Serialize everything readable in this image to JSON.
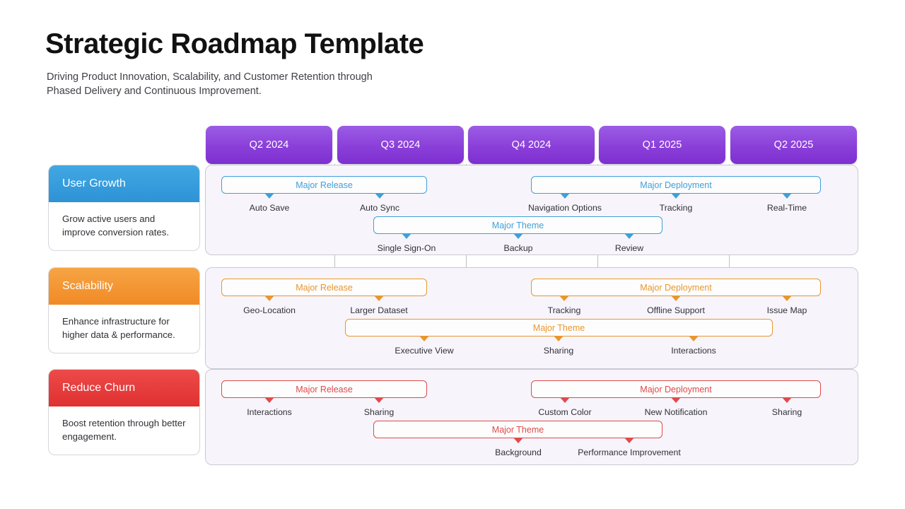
{
  "header": {
    "title": "Strategic Roadmap Template",
    "subtitle_line1": "Driving Product Innovation, Scalability, and Customer Retention through",
    "subtitle_line2": "Phased Delivery and Continuous Improvement."
  },
  "colors": {
    "quarter_chip": "#8b3fd9",
    "user_growth": "#2e92d6",
    "scalability": "#f08a26",
    "reduce_churn": "#e03131",
    "lane_background": "#f7f5fb"
  },
  "timeline": {
    "quarters": [
      {
        "label": "Q2 2024"
      },
      {
        "label": "Q3 2024"
      },
      {
        "label": "Q4 2024"
      },
      {
        "label": "Q1 2025"
      },
      {
        "label": "Q2 2025"
      }
    ]
  },
  "rows": [
    {
      "title": "User Growth",
      "description": "Grow active users and improve conversion rates.",
      "color": "blue",
      "bars": [
        {
          "label": "Major Release",
          "milestones": [
            "Auto Save",
            "Auto Sync"
          ]
        },
        {
          "label": "Major Deployment",
          "milestones": [
            "Navigation Options",
            "Tracking",
            "Real-Time"
          ]
        },
        {
          "label": "Major Theme",
          "milestones": [
            "Single Sign-On",
            "Backup",
            "Review"
          ]
        }
      ]
    },
    {
      "title": "Scalability",
      "description": "Enhance infrastructure for higher data & performance.",
      "color": "orange",
      "bars": [
        {
          "label": "Major Release",
          "milestones": [
            "Geo-Location",
            "Larger Dataset"
          ]
        },
        {
          "label": "Major Deployment",
          "milestones": [
            "Tracking",
            "Offline Support",
            "Issue Map"
          ]
        },
        {
          "label": "Major Theme",
          "milestones": [
            "Executive View",
            "Sharing",
            "Interactions"
          ]
        }
      ]
    },
    {
      "title": "Reduce Churn",
      "description": "Boost retention through better engagement.",
      "color": "red",
      "bars": [
        {
          "label": "Major Release",
          "milestones": [
            "Interactions",
            "Sharing"
          ]
        },
        {
          "label": "Major Deployment",
          "milestones": [
            "Custom Color",
            "New Notification",
            "Sharing"
          ]
        },
        {
          "label": "Major Theme",
          "milestones": [
            "Background",
            "Performance Improvement"
          ]
        }
      ]
    }
  ]
}
